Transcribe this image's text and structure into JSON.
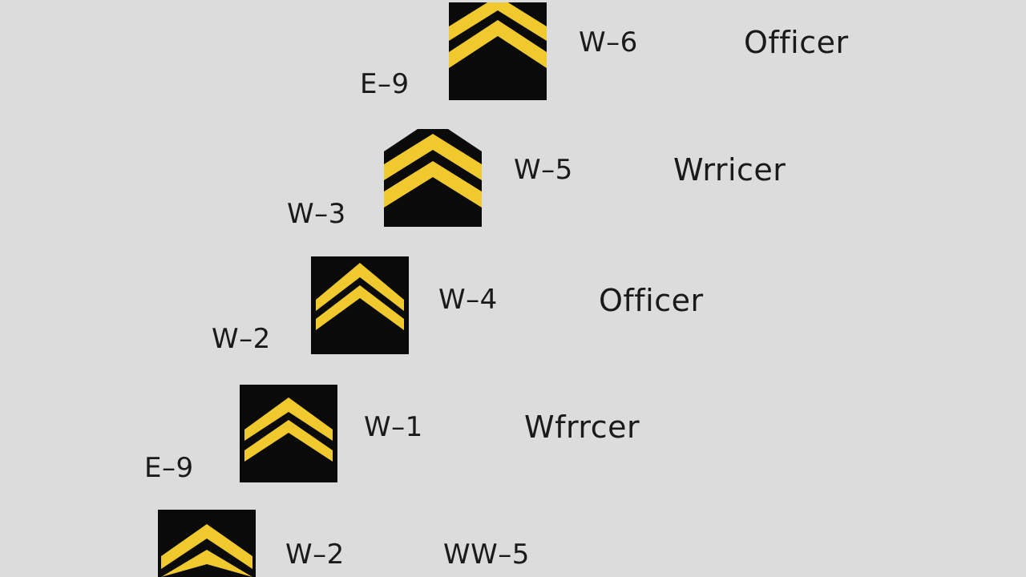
{
  "colors": {
    "background": "#dcdcdc",
    "patch": "#0a0a0a",
    "chevron": "#f0c92e",
    "text": "#1a1a1a"
  },
  "ranks": [
    {
      "insignia_icon": "chevron-patch-icon",
      "left_label": "E–9",
      "grade": "W–6",
      "title": "Officer"
    },
    {
      "insignia_icon": "chevron-patch-icon",
      "left_label": "W–3",
      "grade": "W–5",
      "title": "Wrricer"
    },
    {
      "insignia_icon": "chevron-patch-icon",
      "left_label": "W–2",
      "grade": "W–4",
      "title": "Officer"
    },
    {
      "insignia_icon": "chevron-patch-icon",
      "left_label": "E–9",
      "grade": "W–1",
      "title": "Wfrrcer"
    },
    {
      "insignia_icon": "chevron-patch-icon",
      "left_label": "",
      "grade": "W–2",
      "title": "WW–5"
    }
  ]
}
